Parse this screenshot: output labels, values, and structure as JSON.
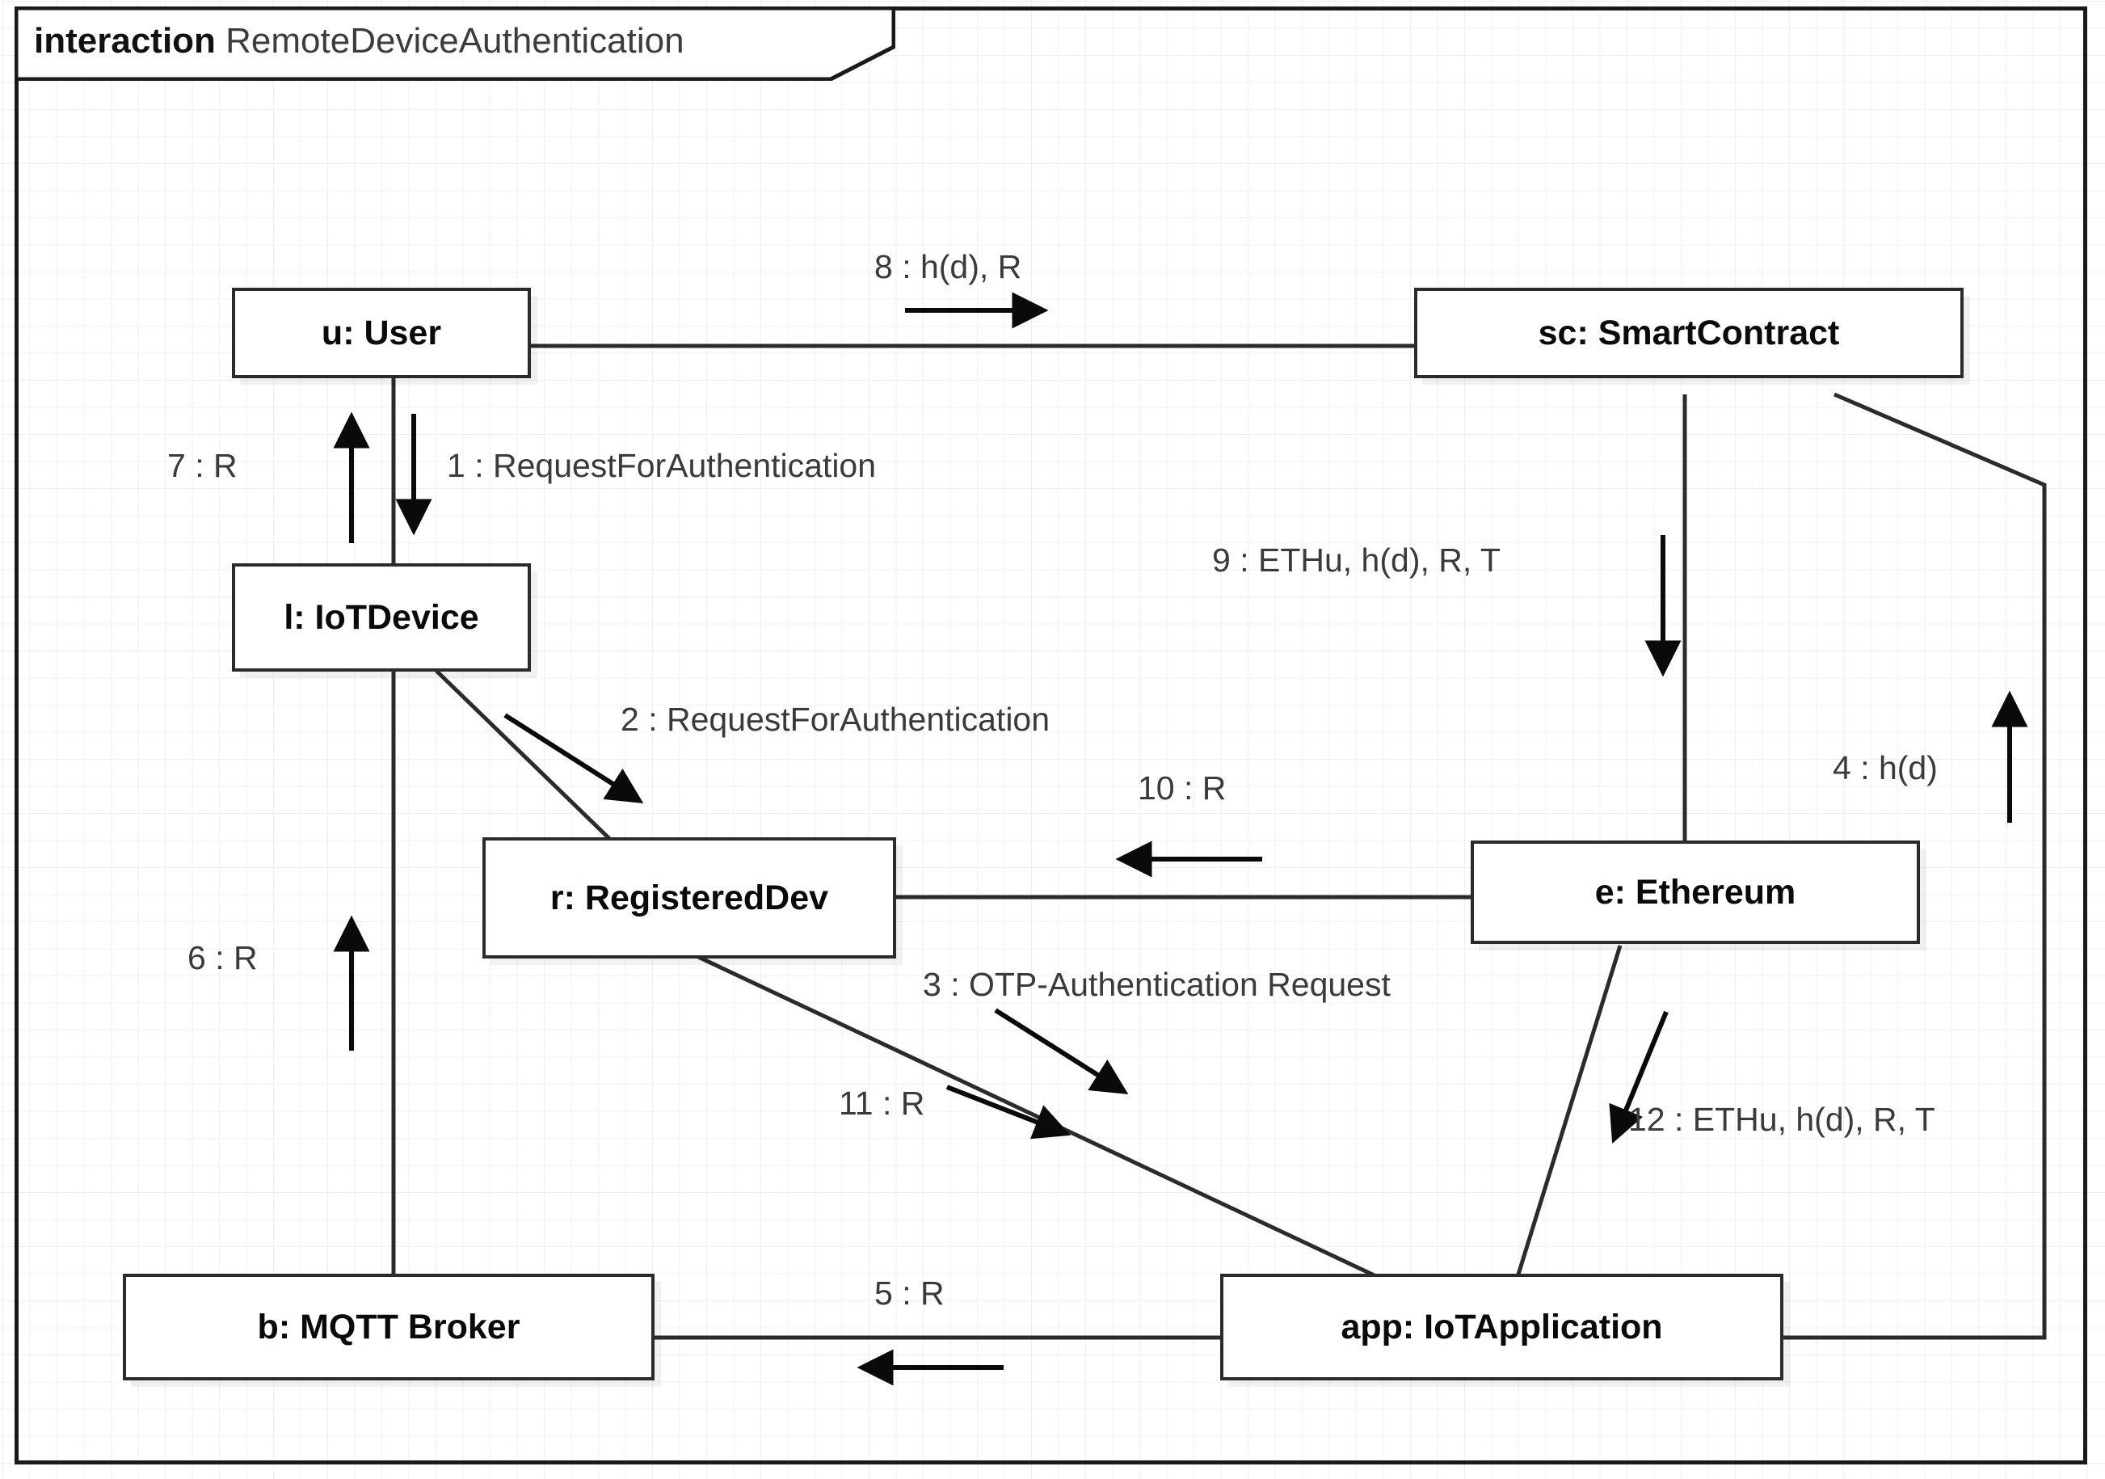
{
  "frame": {
    "keyword": "interaction",
    "name": "RemoteDeviceAuthentication"
  },
  "nodes": [
    {
      "id": "user",
      "label": "u: User"
    },
    {
      "id": "sc",
      "label": "sc: SmartContract"
    },
    {
      "id": "iot",
      "label": "l: IoTDevice"
    },
    {
      "id": "regdev",
      "label": "r: RegisteredDev"
    },
    {
      "id": "eth",
      "label": "e: Ethereum"
    },
    {
      "id": "broker",
      "label": "b: MQTT Broker"
    },
    {
      "id": "app",
      "label": "app: IoTApplication"
    }
  ],
  "messages": [
    {
      "seq": "1",
      "label": "1 : RequestForAuthentication",
      "from": "user",
      "to": "iot",
      "direction": "down"
    },
    {
      "seq": "2",
      "label": "2 : RequestForAuthentication",
      "from": "iot",
      "to": "regdev",
      "direction": "down-right"
    },
    {
      "seq": "3",
      "label": "3 : OTP-Authentication Request",
      "from": "regdev",
      "to": "app",
      "direction": "down-right"
    },
    {
      "seq": "4",
      "label": "4 : h(d)",
      "from": "app",
      "to": "sc",
      "direction": "up"
    },
    {
      "seq": "5",
      "label": "5 : R",
      "from": "app",
      "to": "broker",
      "direction": "left"
    },
    {
      "seq": "6",
      "label": "6 : R",
      "from": "broker",
      "to": "iot",
      "direction": "up"
    },
    {
      "seq": "7",
      "label": "7 : R",
      "from": "iot",
      "to": "user",
      "direction": "up"
    },
    {
      "seq": "8",
      "label": "8 : h(d), R",
      "from": "user",
      "to": "sc",
      "direction": "right"
    },
    {
      "seq": "9",
      "label": "9 : ETHu, h(d), R, T",
      "from": "sc",
      "to": "eth",
      "direction": "down"
    },
    {
      "seq": "10",
      "label": "10 : R",
      "from": "eth",
      "to": "regdev",
      "direction": "left"
    },
    {
      "seq": "11",
      "label": "11 : R",
      "from": "regdev",
      "to": "app",
      "direction": "down-right"
    },
    {
      "seq": "12",
      "label": "12 : ETHu, h(d), R, T",
      "from": "eth",
      "to": "app",
      "direction": "down-left"
    }
  ],
  "colors": {
    "stroke": "#2b2b2b",
    "text": "#0a0a0a",
    "label_text": "#3a3a3a",
    "grid": "#f0f0f0",
    "background": "#ffffff"
  }
}
